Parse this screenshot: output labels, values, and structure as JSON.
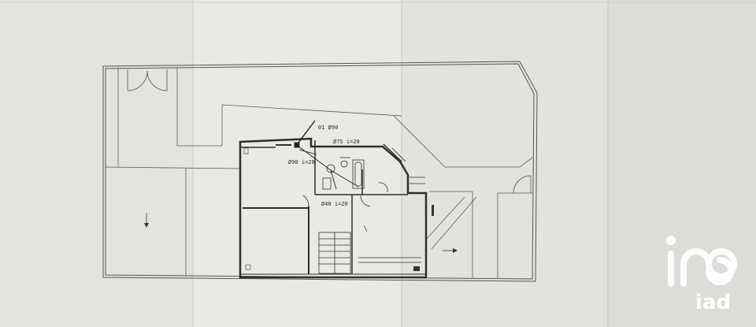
{
  "drawing": {
    "annotations": {
      "pipe_d1": "01 Ø90",
      "pipe_d75": "Ø75 i=20",
      "pipe_d90": "Ø90 i=20",
      "pipe_d40": "Ø40 i=20"
    }
  },
  "watermark": {
    "brand": "iad",
    "icon": "iad-logo-icon"
  },
  "colors": {
    "paper": "#e6e6e3",
    "line": "#4a4a4a",
    "wall": "#2e2e2e",
    "watermark": "#ffffff"
  }
}
